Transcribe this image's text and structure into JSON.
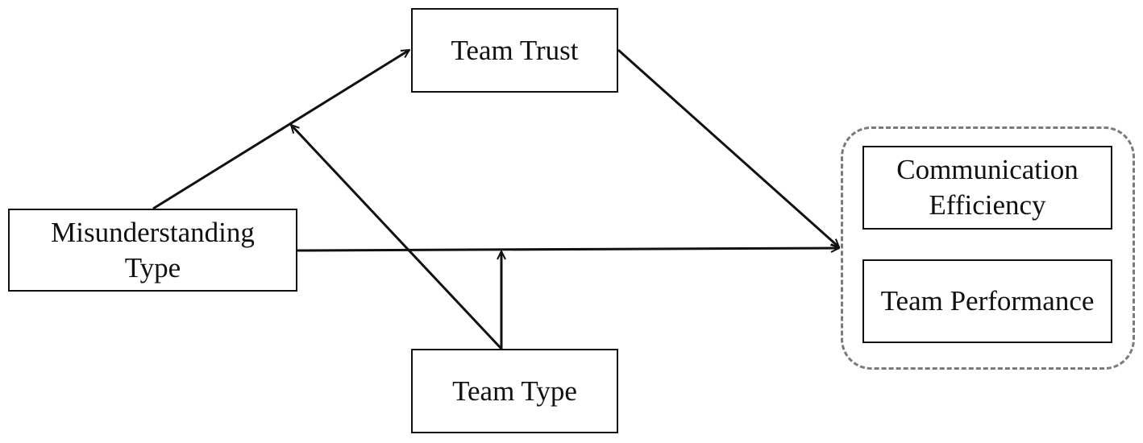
{
  "diagram": {
    "nodes": {
      "team_trust": {
        "lines": [
          "Team Trust"
        ]
      },
      "misunderstanding_type": {
        "lines": [
          "Misunderstanding",
          "Type"
        ]
      },
      "team_type": {
        "lines": [
          "Team Type"
        ]
      },
      "communication_efficiency": {
        "lines": [
          "Communication",
          "Efficiency"
        ]
      },
      "team_performance": {
        "lines": [
          "Team Performance"
        ]
      }
    },
    "outcome_group": {
      "members": [
        "communication_efficiency",
        "team_performance"
      ],
      "border_style": "dashed",
      "border_color": "#7a7a7a"
    },
    "edges": [
      {
        "from": "misunderstanding_type",
        "to": "team_trust",
        "kind": "direct-effect"
      },
      {
        "from": "team_trust",
        "to": "outcome_group",
        "kind": "direct-effect"
      },
      {
        "from": "misunderstanding_type",
        "to": "outcome_group",
        "kind": "direct-effect"
      },
      {
        "from": "team_type",
        "to": "misunderstanding_type->team_trust",
        "kind": "moderation"
      },
      {
        "from": "team_type",
        "to": "misunderstanding_type->outcome_group",
        "kind": "moderation"
      }
    ],
    "colors": {
      "line": "#111111",
      "box_border": "#111111",
      "group_border": "#7a7a7a",
      "background": "#ffffff"
    }
  }
}
